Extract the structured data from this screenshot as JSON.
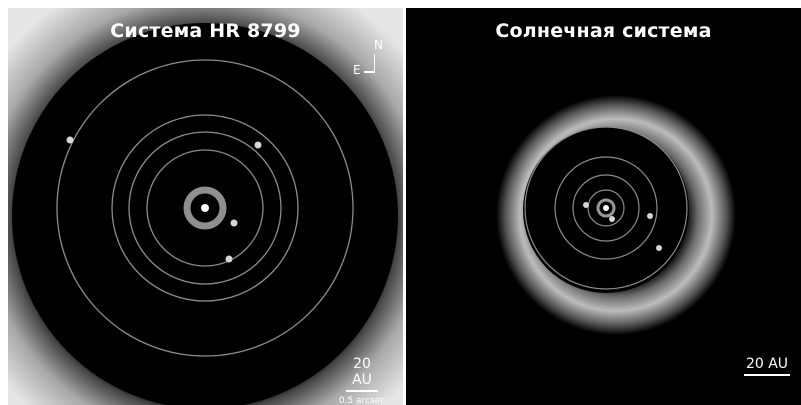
{
  "left_panel": {
    "title": "Система HR 8799",
    "scale_label": "20 AU",
    "angular_label": "0.5 arcsec",
    "compass": {
      "north": "N",
      "east": "E"
    }
  },
  "right_panel": {
    "title": "Солнечная система",
    "scale_label": "20 AU"
  },
  "colors": {
    "background": "#000000",
    "halo": "#e8e8e8",
    "orbit": "#9a9a9a",
    "planet": "#d8d8d8"
  }
}
